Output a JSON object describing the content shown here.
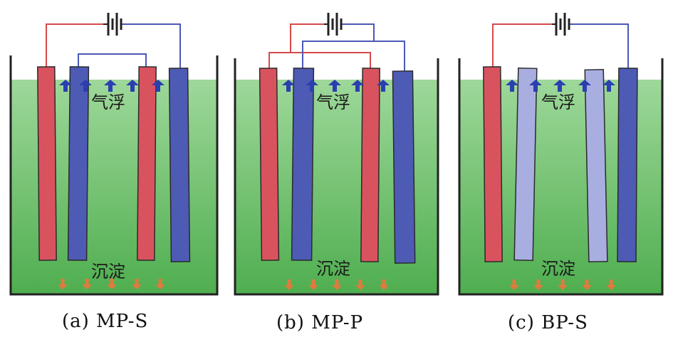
{
  "panels": [
    {
      "id": "a",
      "caption": "(a) MP-S",
      "float_label": "气浮",
      "sediment_label": "沉淀",
      "electrodes": [
        "anode",
        "cathode",
        "anode",
        "cathode"
      ]
    },
    {
      "id": "b",
      "caption": "(b) MP-P",
      "float_label": "气浮",
      "sediment_label": "沉淀",
      "electrodes": [
        "anode",
        "cathode",
        "anode",
        "cathode"
      ]
    },
    {
      "id": "c",
      "caption": "(c) BP-S",
      "float_label": "气浮",
      "sediment_label": "沉淀",
      "electrodes": [
        "anode",
        "bipolar",
        "bipolar",
        "cathode"
      ]
    }
  ],
  "colors": {
    "anode": "#d9535f",
    "cathode": "#4d5bb5",
    "bipolar": "#a9aee0",
    "positive_wire": "#d64a4a",
    "negative_wire": "#4c58b8",
    "electrolyte_top": "#9ed89a",
    "electrolyte_bottom": "#4fae4f",
    "bubble_arrow": "#2b3fb0",
    "sediment_arrow": "#e07a3e"
  },
  "icons": {
    "battery": "battery-icon",
    "up_arrow": "up-arrow-icon",
    "down_arrow": "down-arrow-icon"
  }
}
